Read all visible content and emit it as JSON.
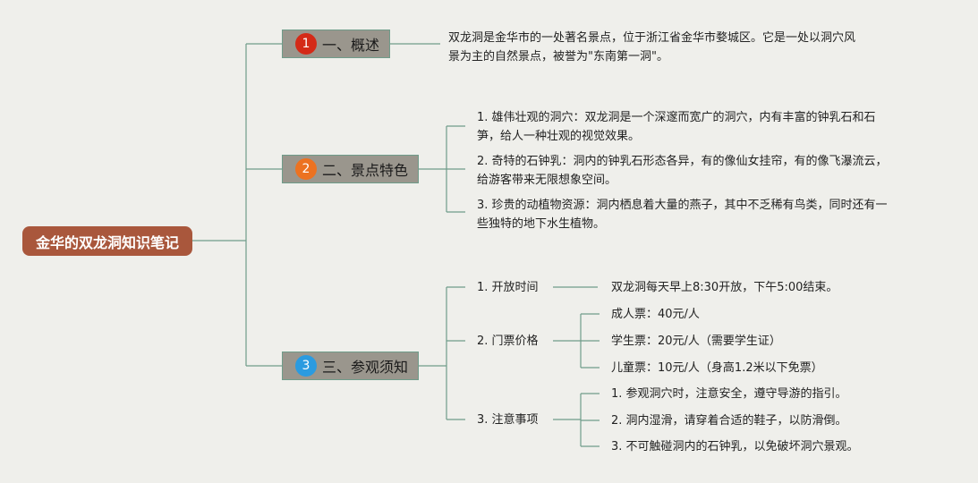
{
  "root": {
    "title": "金华的双龙洞知识笔记"
  },
  "colors": {
    "line": "#6f9c8a",
    "root_bg": "#a9573c",
    "branch_bg": "#9a968d"
  },
  "branches": [
    {
      "badge": "1",
      "badge_color": "#d42a18",
      "label": "一、概述",
      "text_lines": [
        "双龙洞是金华市的一处著名景点，位于浙江省金华市婺城区。它是一处以洞穴风",
        "景为主的自然景点，被誉为\"东南第一洞\"。"
      ]
    },
    {
      "badge": "2",
      "badge_color": "#ec7221",
      "label": "二、景点特色",
      "items": [
        {
          "lines": [
            "1. 雄伟壮观的洞穴：双龙洞是一个深邃而宽广的洞穴，内有丰富的钟乳石和石",
            "笋，给人一种壮观的视觉效果。"
          ]
        },
        {
          "lines": [
            "2. 奇特的石钟乳：洞内的钟乳石形态各异，有的像仙女挂帘，有的像飞瀑流云，",
            "给游客带来无限想象空间。"
          ]
        },
        {
          "lines": [
            "3. 珍贵的动植物资源：洞内栖息着大量的燕子，其中不乏稀有鸟类，同时还有一",
            "些独特的地下水生植物。"
          ]
        }
      ]
    },
    {
      "badge": "3",
      "badge_color": "#2b9be0",
      "label": "三、参观须知",
      "items": [
        {
          "label": "1. 开放时间",
          "children": [
            "双龙洞每天早上8:30开放，下午5:00结束。"
          ]
        },
        {
          "label": "2. 门票价格",
          "children": [
            "成人票：40元/人",
            "学生票：20元/人（需要学生证）",
            "儿童票：10元/人（身高1.2米以下免票）"
          ]
        },
        {
          "label": "3. 注意事项",
          "children": [
            "1. 参观洞穴时，注意安全，遵守导游的指引。",
            "2. 洞内湿滑，请穿着合适的鞋子，以防滑倒。",
            "3. 不可触碰洞内的石钟乳，以免破坏洞穴景观。"
          ]
        }
      ]
    }
  ]
}
